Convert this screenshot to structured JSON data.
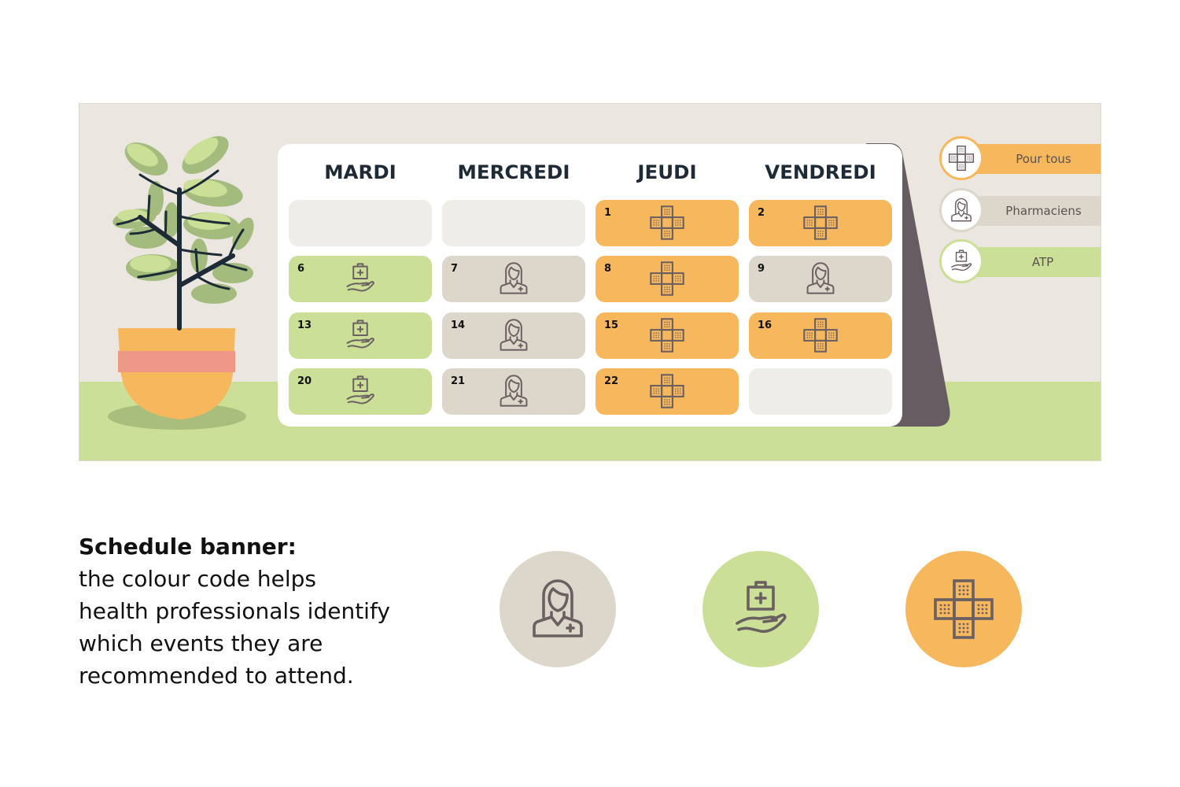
{
  "banner": {
    "days": [
      "MARDI",
      "MERCREDI",
      "JEUDI",
      "VENDREDI"
    ],
    "rows": [
      [
        {
          "type": "empty",
          "day": ""
        },
        {
          "type": "empty",
          "day": ""
        },
        {
          "type": "pour-tous",
          "day": "1"
        },
        {
          "type": "pour-tous",
          "day": "2"
        }
      ],
      [
        {
          "type": "atp",
          "day": "6"
        },
        {
          "type": "pharmaciens",
          "day": "7"
        },
        {
          "type": "pour-tous",
          "day": "8"
        },
        {
          "type": "pharmaciens",
          "day": "9"
        }
      ],
      [
        {
          "type": "atp",
          "day": "13"
        },
        {
          "type": "pharmaciens",
          "day": "14"
        },
        {
          "type": "pour-tous",
          "day": "15"
        },
        {
          "type": "pour-tous",
          "day": "16"
        }
      ],
      [
        {
          "type": "atp",
          "day": "20"
        },
        {
          "type": "pharmaciens",
          "day": "21"
        },
        {
          "type": "pour-tous",
          "day": "22"
        },
        {
          "type": "empty",
          "day": ""
        }
      ]
    ],
    "legend": [
      {
        "label": "Pour tous",
        "icon": "bandage-cross-icon",
        "color": "#f7b75d"
      },
      {
        "label": "Pharmaciens",
        "icon": "pharmacist-icon",
        "color": "#ddd6cb"
      },
      {
        "label": "ATP",
        "icon": "medkit-hand-icon",
        "color": "#cbdf97"
      }
    ]
  },
  "caption": {
    "title": "Schedule banner:",
    "body_lines": [
      "the colour code helps",
      "health professionals identify",
      "which events they are",
      "recommended to attend."
    ]
  },
  "icon_showcase": [
    {
      "icon": "pharmacist-icon",
      "color": "#ddd6cb"
    },
    {
      "icon": "medkit-hand-icon",
      "color": "#cbdf97"
    },
    {
      "icon": "bandage-cross-icon",
      "color": "#f7b75d"
    }
  ],
  "colors": {
    "orange": "#f7b75d",
    "beige": "#ddd6cb",
    "green": "#cbdf97",
    "empty": "#efede8",
    "icon_stroke": "#6a5f61",
    "banner_bg": "#ebe6e0",
    "stand": "#675c61"
  }
}
